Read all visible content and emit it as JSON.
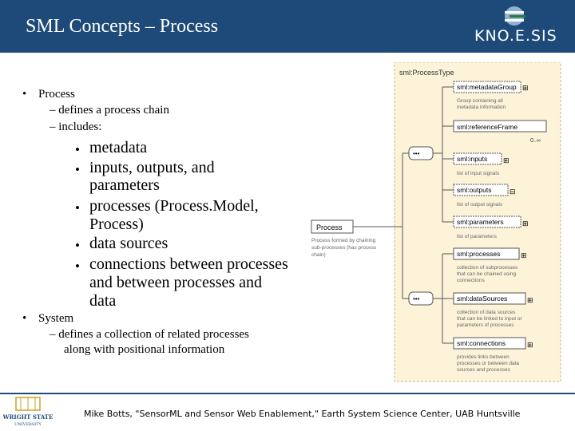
{
  "header": {
    "title": "SML Concepts – Process",
    "logo_text": "KNO.E.SIS"
  },
  "body": {
    "bullet1": {
      "label": "Process",
      "sub1": "– defines a process chain",
      "sub2": "– includes:",
      "items": [
        "metadata",
        "inputs, outputs, and",
        "parameters",
        "processes (Process.Model,",
        "Process)",
        "data sources",
        "connections between processes",
        "and between processes and",
        "data"
      ]
    },
    "bullet2": {
      "label": "System",
      "sub1": "– defines a collection of related processes",
      "sub2": "along with positional information"
    }
  },
  "diagram": {
    "type_label": "sml:ProcessType",
    "process_box": "Process",
    "process_desc": [
      "Process formed by chaining",
      "sub-processes (has process",
      "chain)"
    ],
    "seq1": "•••",
    "seq2": "•••",
    "elements": [
      {
        "name": "sml:metadataGroup",
        "desc": [
          "Group containing all",
          "metadata information"
        ],
        "cardinality": ""
      },
      {
        "name": "sml:referenceFrame",
        "desc": [],
        "cardinality": "0..∞"
      },
      {
        "name": "sml:inputs",
        "desc": [
          "list of input signals"
        ],
        "cardinality": ""
      },
      {
        "name": "sml:outputs",
        "desc": [
          "list of output signals"
        ],
        "cardinality": ""
      },
      {
        "name": "sml:parameters",
        "desc": [
          "list of parameters"
        ],
        "cardinality": ""
      },
      {
        "name": "sml:processes",
        "desc": [
          "collection of subprocesses",
          "that can be chained using",
          "connections"
        ],
        "cardinality": ""
      },
      {
        "name": "sml:dataSources",
        "desc": [
          "collection of data sources",
          "that can be linked to input or",
          "parameters of processes"
        ],
        "cardinality": ""
      },
      {
        "name": "sml:connections",
        "desc": [
          "provides links between",
          "processes or between data",
          "sources and processes"
        ],
        "cardinality": ""
      }
    ]
  },
  "footer": {
    "citation": "Mike Botts, \"SensorML and Sensor Web Enablement,\" Earth System Science Center, UAB Huntsville",
    "wsu_logo": "WRIGHT STATE UNIVERSITY"
  },
  "colors": {
    "header": "#1d4a78",
    "diagram_bg": "#fdf3d9",
    "box_border": "#555555"
  }
}
